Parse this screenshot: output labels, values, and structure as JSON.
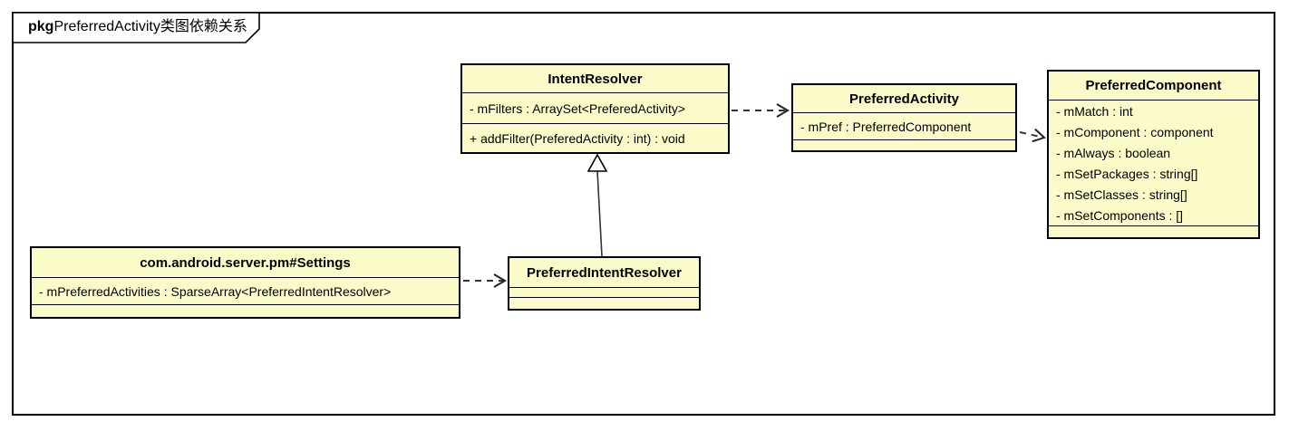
{
  "frame": {
    "keyword": "pkg",
    "title": "PreferredActivity类图依赖关系"
  },
  "colors": {
    "class_fill": "#FBFBCA",
    "border": "#000000",
    "background": "#FFFFFF",
    "edge": "#333333"
  },
  "classes": {
    "intent_resolver": {
      "name": "IntentResolver",
      "attributes": [
        "- mFilters : ArraySet<PreferedActivity>"
      ],
      "methods": [
        "+ addFilter(PreferedActivity : int) : void"
      ]
    },
    "preferred_activity": {
      "name": "PreferredActivity",
      "attributes": [
        "- mPref : PreferredComponent"
      ],
      "methods": []
    },
    "preferred_component": {
      "name": "PreferredComponent",
      "attributes": [
        "- mMatch : int",
        "- mComponent : component",
        "- mAlways : boolean",
        "- mSetPackages : string[]",
        "- mSetClasses : string[]",
        "- mSetComponents : []"
      ],
      "methods": []
    },
    "settings": {
      "name": "com.android.server.pm#Settings",
      "attributes": [
        "- mPreferredActivities : SparseArray<PreferredIntentResolver>"
      ],
      "methods": []
    },
    "preferred_intent_resolver": {
      "name": "PreferredIntentResolver",
      "attributes": [],
      "methods": []
    }
  },
  "relationships": [
    {
      "from": "IntentResolver",
      "to": "PreferredActivity",
      "type": "dependency",
      "line": "dashed-open-arrow"
    },
    {
      "from": "PreferredActivity",
      "to": "PreferredComponent",
      "type": "dependency",
      "line": "dashed-open-arrow"
    },
    {
      "from": "com.android.server.pm#Settings",
      "to": "PreferredIntentResolver",
      "type": "dependency",
      "line": "dashed-open-arrow"
    },
    {
      "from": "PreferredIntentResolver",
      "to": "IntentResolver",
      "type": "generalization",
      "line": "solid-hollow-triangle"
    }
  ]
}
